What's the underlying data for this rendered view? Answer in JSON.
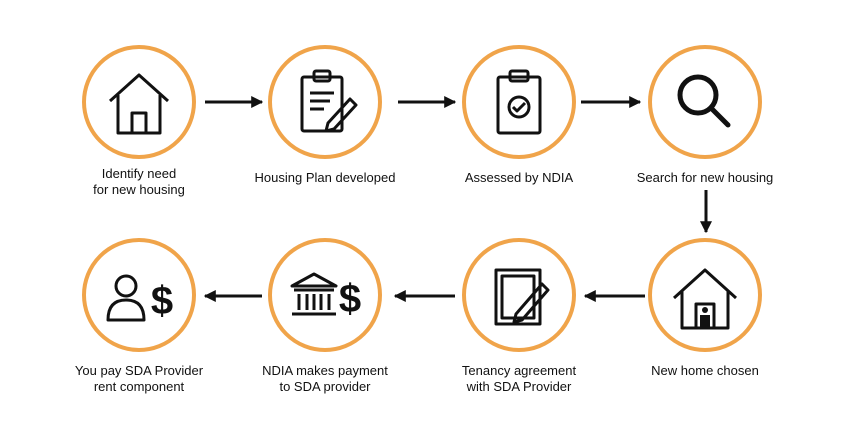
{
  "colors": {
    "ring": "#f0a44a",
    "icon": "#111111",
    "arrow": "#111111",
    "text": "#111111"
  },
  "steps": [
    {
      "label": "Identify need\nfor new housing",
      "icon": "house-icon"
    },
    {
      "label": "Housing Plan developed",
      "icon": "clipboard-pen-icon"
    },
    {
      "label": "Assessed by NDIA",
      "icon": "clipboard-check-icon"
    },
    {
      "label": "Search for new housing",
      "icon": "magnifier-icon"
    },
    {
      "label": "New home chosen",
      "icon": "house-person-icon"
    },
    {
      "label": "Tenancy agreement\nwith SDA Provider",
      "icon": "document-pen-icon"
    },
    {
      "label": "NDIA makes payment\nto SDA provider",
      "icon": "bank-dollar-icon"
    },
    {
      "label": "You pay SDA Provider\nrent component",
      "icon": "person-dollar-icon"
    }
  ]
}
